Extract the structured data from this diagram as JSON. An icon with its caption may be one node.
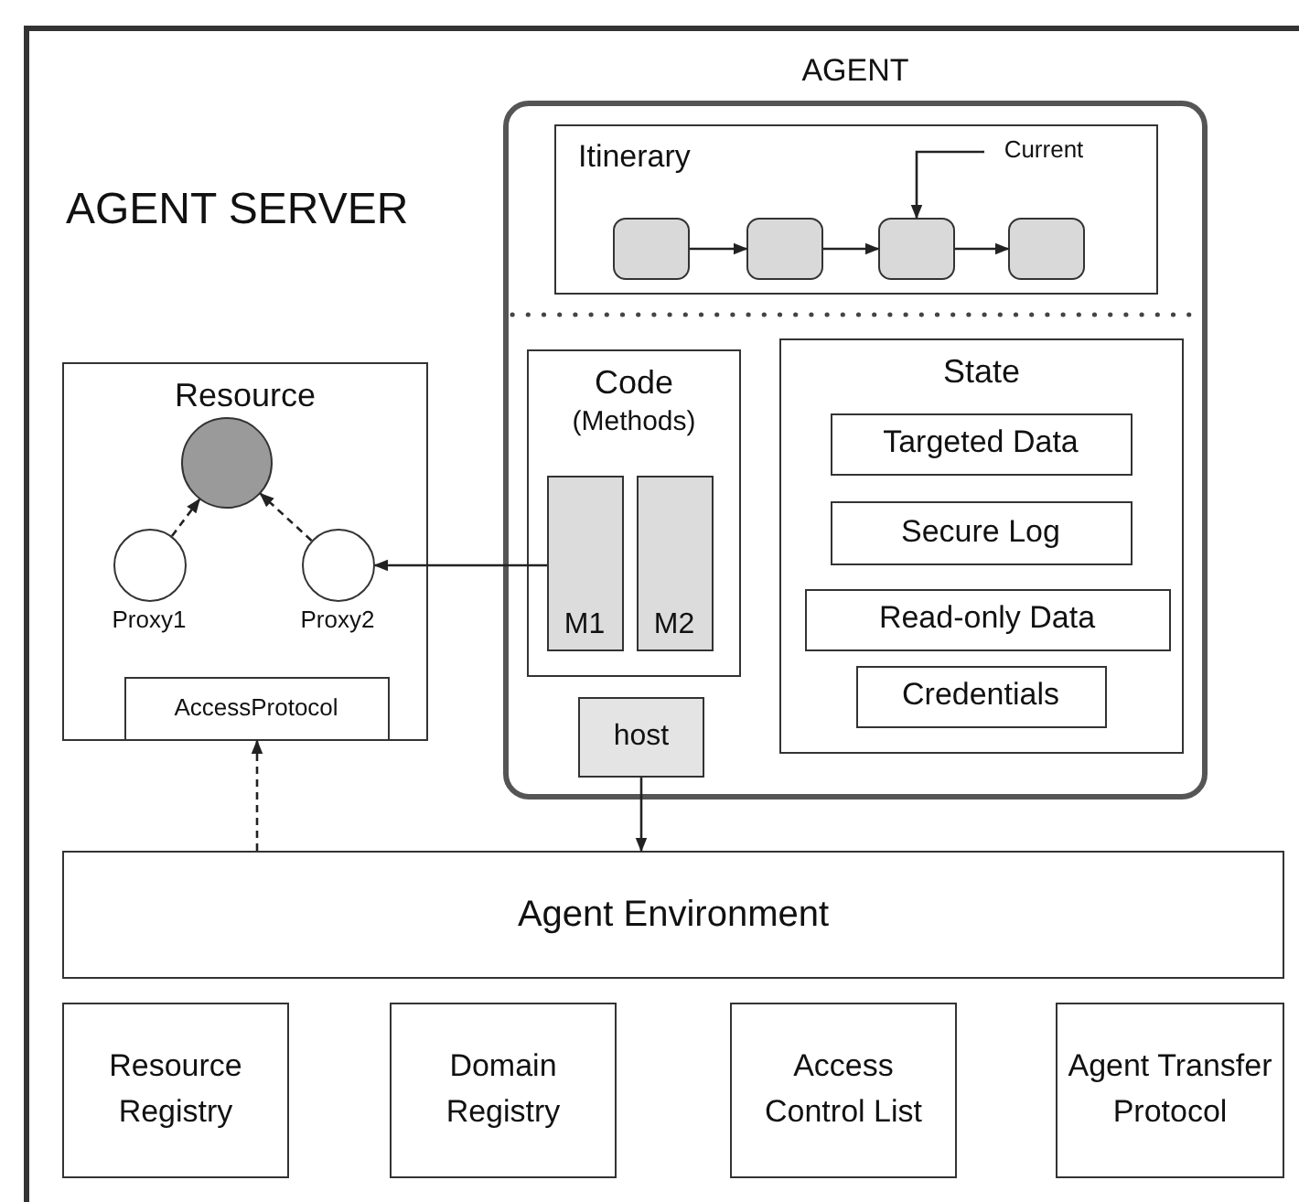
{
  "diagram": {
    "nodes": [
      {
        "text": [
          "AGENT SERVER"
        ]
      },
      {
        "text": [
          "AGENT"
        ],
        "in": 0
      },
      {
        "text": [
          "Itinerary"
        ],
        "in": 1
      },
      {
        "text": [],
        "shape": "box",
        "in": 2
      },
      {
        "text": [],
        "shape": "box",
        "in": 2
      },
      {
        "text": [],
        "shape": "box",
        "in": 2
      },
      {
        "text": [],
        "shape": "box",
        "in": 2
      },
      {
        "text": [
          "Current"
        ],
        "in": 2
      },
      {
        "text": [
          "Resource"
        ],
        "in": 0
      },
      {
        "text": [],
        "shape": "circle",
        "in": 8
      },
      {
        "text": [],
        "shape": "circle",
        "in": 8,
        "beside": [
          "Proxy1"
        ]
      },
      {
        "text": [],
        "shape": "circle",
        "in": 8,
        "beside": [
          "Proxy2"
        ]
      },
      {
        "text": [
          "AccessProtocol"
        ],
        "in": 8
      },
      {
        "text": [
          "Code",
          "(Methods)"
        ],
        "in": 1
      },
      {
        "text": [
          "M1"
        ],
        "in": 13
      },
      {
        "text": [
          "M2"
        ],
        "in": 13
      },
      {
        "text": [
          "host"
        ],
        "in": 1
      },
      {
        "text": [
          "State"
        ],
        "in": 1
      },
      {
        "text": [
          "Targeted Data"
        ],
        "in": 17
      },
      {
        "text": [
          "Secure Log"
        ],
        "in": 17
      },
      {
        "text": [
          "Read-only Data"
        ],
        "in": 17
      },
      {
        "text": [
          "Credentials"
        ],
        "in": 17
      },
      {
        "text": [
          "Agent Environment"
        ],
        "in": 0
      },
      {
        "text": [
          "Resource Registry"
        ],
        "in": 0
      },
      {
        "text": [
          "Domain Registry"
        ],
        "in": 0
      },
      {
        "text": [
          "Access Control List"
        ],
        "in": 0
      },
      {
        "text": [
          "Agent Transfer Protocol"
        ],
        "in": 0
      }
    ],
    "edges": [
      {
        "from": 3,
        "to": 4,
        "arrow": "to"
      },
      {
        "from": 4,
        "to": 5,
        "arrow": "to"
      },
      {
        "from": 5,
        "to": 6,
        "arrow": "to"
      },
      {
        "from": 7,
        "to": 5,
        "arrow": "to"
      },
      {
        "from": 10,
        "to": 9,
        "arrow": "to",
        "style": "dashed"
      },
      {
        "from": 11,
        "to": 9,
        "arrow": "to",
        "style": "dashed"
      },
      {
        "from": 14,
        "to": 11,
        "arrow": "to"
      },
      {
        "from": 16,
        "to": 22,
        "arrow": "to"
      },
      {
        "from": 22,
        "to": 12,
        "arrow": "to",
        "style": "dashed"
      }
    ]
  }
}
